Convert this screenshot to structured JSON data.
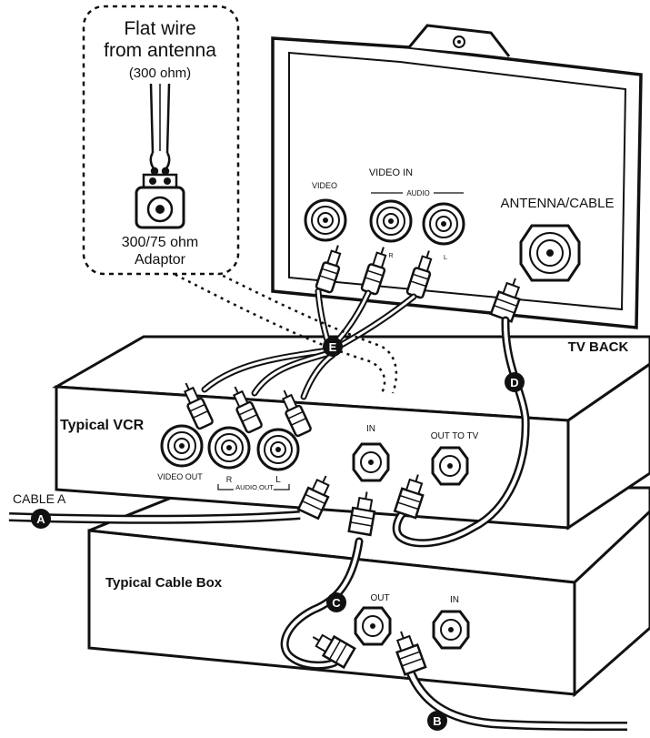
{
  "callout": {
    "line1": "Flat wire",
    "line2": "from antenna",
    "line3": "(300 ohm)",
    "adaptor1": "300/75 ohm",
    "adaptor2": "Adaptor"
  },
  "tv": {
    "video_in": "VIDEO IN",
    "video": "VIDEO",
    "audio": "AUDIO",
    "r": "R",
    "l": "L",
    "antenna_cable": "ANTENNA/CABLE",
    "tv_back": "TV BACK"
  },
  "vcr": {
    "title": "Typical VCR",
    "video_out": "VIDEO OUT",
    "r": "R",
    "l": "L",
    "audio_out": "AUDIO OUT",
    "in": "IN",
    "out_to_tv": "OUT TO TV"
  },
  "cable_box": {
    "title": "Typical Cable Box",
    "out": "OUT",
    "in": "IN"
  },
  "cables": {
    "cable_a_label": "CABLE A",
    "a": "A",
    "b": "B",
    "c": "C",
    "d": "D",
    "e": "E"
  }
}
